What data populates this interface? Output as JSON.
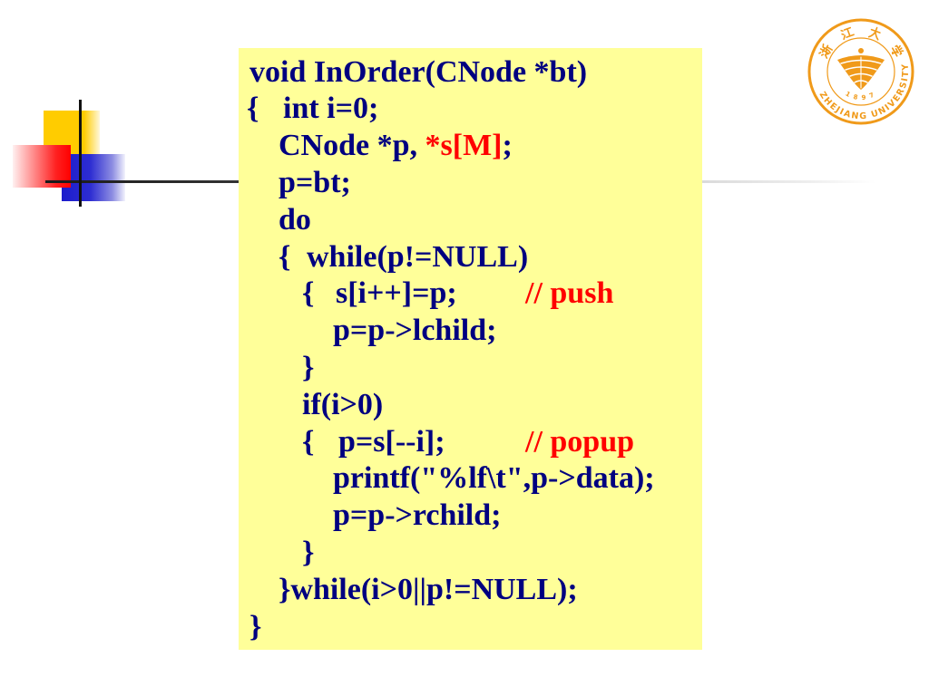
{
  "colors": {
    "code_text": "#000080",
    "code_highlight": "#ff0000",
    "code_box_bg": "#ffff99",
    "logo": "#f09a1a"
  },
  "code": {
    "lines": [
      {
        "text": "void InOrder(CNode *bt)"
      },
      {
        "brace": "{",
        "text": "int i=0;"
      },
      {
        "text": "CNode *p, ",
        "highlight": "*s[M]",
        "after": ";"
      },
      {
        "text": "p=bt;"
      },
      {
        "text": "do"
      },
      {
        "brace": "{",
        "text": "while(p!=NULL)"
      },
      {
        "brace": "{",
        "text": "s[i++]=p;",
        "comment": "// push"
      },
      {
        "text": "p=p->lchild;"
      },
      {
        "text": "}"
      },
      {
        "text": "if(i>0)"
      },
      {
        "brace": "{",
        "text": "p=s[--i];",
        "comment": "// popup"
      },
      {
        "text": "printf(\"%lf\\t\",p->data);"
      },
      {
        "text": "p=p->rchild;"
      },
      {
        "text": "}"
      },
      {
        "text": "}while(i>0||p!=NULL);"
      },
      {
        "text": "}"
      }
    ]
  },
  "logo": {
    "chinese_name": "浙江大学",
    "year": "1897",
    "english_name": "ZHEJIANG UNIVERSITY",
    "emblem_icon": "university-crest-icon"
  }
}
